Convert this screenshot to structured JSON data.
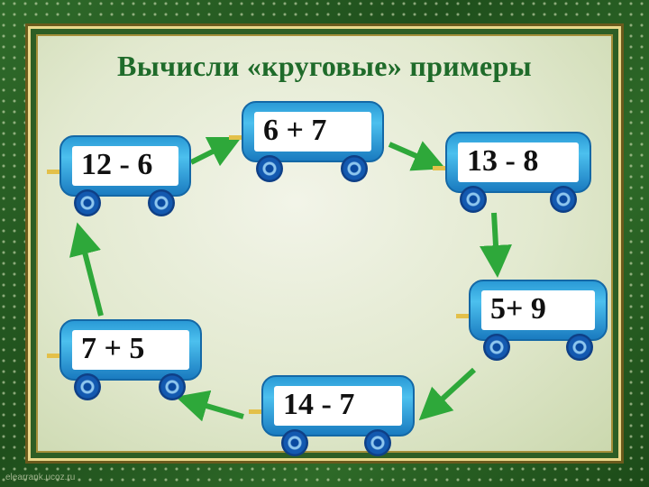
{
  "title": "Вычисли «круговые» примеры",
  "wagons": [
    {
      "label": "12 - 6"
    },
    {
      "label": "6 + 7"
    },
    {
      "label": "13 - 8"
    },
    {
      "label": "5+ 9"
    },
    {
      "label": "14 - 7"
    },
    {
      "label": "7 + 5"
    }
  ],
  "watermark": "elearrank.ucoz.ru",
  "colors": {
    "arrow": "#2ea83a",
    "title": "#1f6b2a",
    "wagon": "#2a9ad6"
  }
}
